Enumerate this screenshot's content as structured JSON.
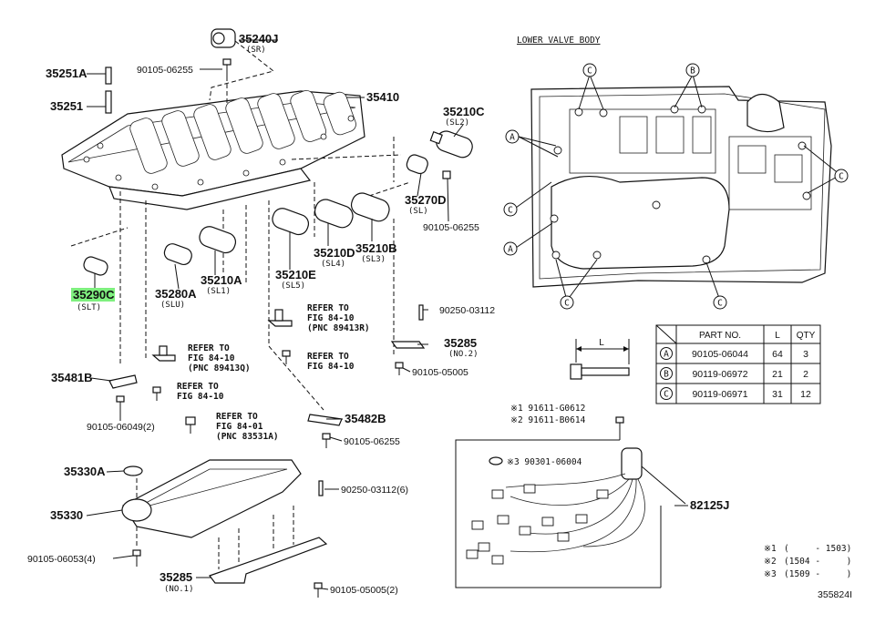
{
  "section_title": "LOWER VALVE BODY",
  "diagram_id": "355824I",
  "callouts": [
    {
      "id": "35240J",
      "label": "35240J",
      "sub": "(SR)"
    },
    {
      "id": "90105-06255-top",
      "label": "90105-06255"
    },
    {
      "id": "35251A",
      "label": "35251A"
    },
    {
      "id": "35251",
      "label": "35251"
    },
    {
      "id": "35410",
      "label": "35410"
    },
    {
      "id": "35210C",
      "label": "35210C",
      "sub": "(SL2)"
    },
    {
      "id": "35270D",
      "label": "35270D",
      "sub": "(SL)"
    },
    {
      "id": "90105-06255-right",
      "label": "90105-06255"
    },
    {
      "id": "35210D",
      "label": "35210D",
      "sub": "(SL4)"
    },
    {
      "id": "35210B",
      "label": "35210B",
      "sub": "(SL3)"
    },
    {
      "id": "35280A",
      "label": "35280A",
      "sub": "(SLU)"
    },
    {
      "id": "35210A",
      "label": "35210A",
      "sub": "(SL1)"
    },
    {
      "id": "35210E",
      "label": "35210E",
      "sub": "(SL5)"
    },
    {
      "id": "35290C",
      "label": "35290C",
      "sub": "(SLT)"
    },
    {
      "id": "90250-03112-a",
      "label": "90250-03112"
    },
    {
      "id": "35285-no2",
      "label": "35285",
      "sub": "(NO.2)"
    },
    {
      "id": "90105-05005-a",
      "label": "90105-05005"
    },
    {
      "id": "35481B",
      "label": "35481B"
    },
    {
      "id": "90105-06049",
      "label": "90105-06049(2)"
    },
    {
      "id": "35482B",
      "label": "35482B"
    },
    {
      "id": "90105-06255-mid",
      "label": "90105-06255"
    },
    {
      "id": "35330A",
      "label": "35330A"
    },
    {
      "id": "35330",
      "label": "35330"
    },
    {
      "id": "90250-03112-b",
      "label": "90250-03112(6)"
    },
    {
      "id": "90105-06053",
      "label": "90105-06053(4)"
    },
    {
      "id": "35285-no1",
      "label": "35285",
      "sub": "(NO.1)"
    },
    {
      "id": "90105-05005-b",
      "label": "90105-05005(2)"
    },
    {
      "id": "82125J",
      "label": "82125J"
    }
  ],
  "references": [
    {
      "line1": "REFER TO",
      "line2": "FIG 84-10",
      "line3": "(PNC 89413R)"
    },
    {
      "line1": "REFER TO",
      "line2": "FIG 84-10"
    },
    {
      "line1": "REFER TO",
      "line2": "FIG 84-10",
      "line3": "(PNC 89413Q)"
    },
    {
      "line1": "REFER TO",
      "line2": "FIG 84-10"
    },
    {
      "line1": "REFER TO",
      "line2": "FIG 84-01",
      "line3": "(PNC 83531A)"
    }
  ],
  "harness_notes": {
    "n1": "※1 91611-G0612",
    "n2": "※2 91611-B0614",
    "n3": "※3 90301-06004"
  },
  "footnotes": [
    {
      "mark": "※1",
      "range": "(     - 1503)"
    },
    {
      "mark": "※2",
      "range": "(1504 -     )"
    },
    {
      "mark": "※3",
      "range": "(1509 -     )"
    }
  ],
  "length_label": "L",
  "bolt_table": {
    "headers": [
      "PART NO.",
      "L",
      "QTY"
    ],
    "rows": [
      {
        "mark": "A",
        "part": "90105-06044",
        "l": "64",
        "qty": "3"
      },
      {
        "mark": "B",
        "part": "90119-06972",
        "l": "21",
        "qty": "2"
      },
      {
        "mark": "C",
        "part": "90119-06971",
        "l": "31",
        "qty": "12"
      }
    ]
  },
  "valve_markers": [
    "A",
    "B",
    "C"
  ],
  "colors": {
    "highlight": "#7ff07f",
    "ink": "#111111"
  }
}
